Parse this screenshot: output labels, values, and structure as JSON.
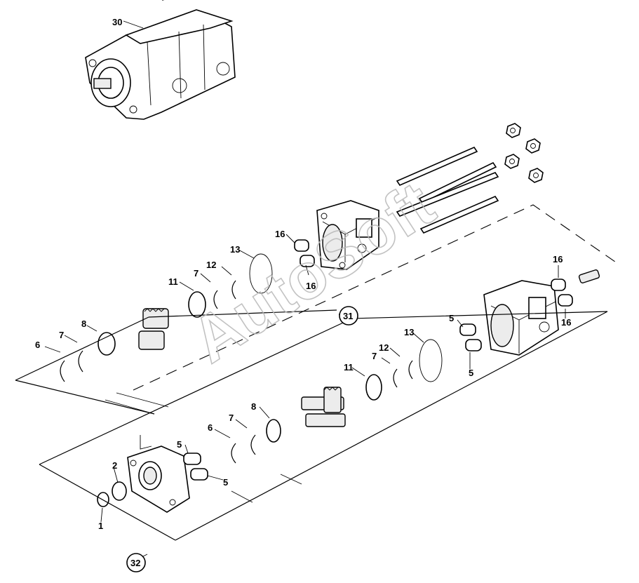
{
  "watermark": "AutoSoft",
  "callouts": {
    "c1": "1",
    "c2": "2",
    "c5a": "5",
    "c5b": "5",
    "c5c": "5",
    "c5d": "5",
    "c6a": "6",
    "c6b": "6",
    "c7a": "7",
    "c7b": "7",
    "c7c": "7",
    "c7d": "7",
    "c8a": "8",
    "c8b": "8",
    "c11a": "11",
    "c11b": "11",
    "c12a": "12",
    "c12b": "12",
    "c13a": "13",
    "c13b": "13",
    "c16a": "16",
    "c16b": "16",
    "c16c": "16",
    "c16d": "16",
    "c30": "30",
    "c31": "31",
    "c32": "32"
  }
}
